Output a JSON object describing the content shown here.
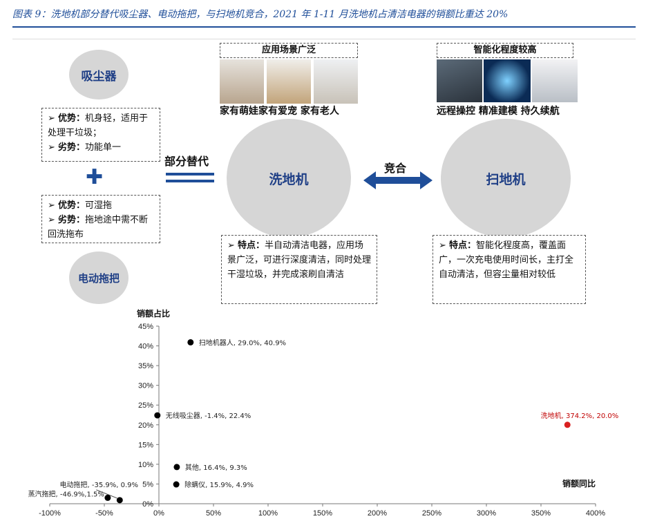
{
  "caption": "图表 9：洗地机部分替代吸尘器、电动拖把，与扫地机竞合，2021 年 1-11 月洗地机占清洁电器的销额比重达 20%",
  "vacuum": {
    "title": "吸尘器",
    "pros_label": "优势：",
    "pros": "机身轻，适用于处理干垃圾；",
    "cons_label": "劣势：",
    "cons": "功能单一"
  },
  "plus_symbol": "✚",
  "electric_mop": {
    "title": "电动拖把",
    "pros_label": "优势：",
    "pros": "可湿拖",
    "cons_label": "劣势：",
    "cons": "拖地途中需不断回洗拖布"
  },
  "partial_replace": "部分替代",
  "washer": {
    "title": "洗地机",
    "scenario_tag": "应用场景广泛",
    "scenario_captions": [
      "家有萌娃",
      "家有爱宠",
      "家有老人"
    ],
    "feature_label": "特点：",
    "feature": "半自动清洁电器，应用场景广泛，可进行深度清洁，同时处理干湿垃圾，并完成滚刷自清洁"
  },
  "compete": "竞合",
  "robot": {
    "title": "扫地机",
    "smart_tag": "智能化程度较高",
    "smart_captions": [
      "远程操控",
      "精准建模",
      "持久续航"
    ],
    "feature_label": "特点：",
    "feature": "智能化程度高，覆盖面广，一次充电使用时间长，主打全自动清洁，但容尘量相对较低"
  },
  "chart_data": {
    "type": "scatter",
    "ylabel": "销额占比",
    "xlabel": "销额同比",
    "xlim": [
      -100,
      400
    ],
    "ylim": [
      0,
      45
    ],
    "xticks": [
      "-100%",
      "-50%",
      "0%",
      "50%",
      "100%",
      "150%",
      "200%",
      "250%",
      "300%",
      "350%",
      "400%"
    ],
    "yticks": [
      "0%",
      "5%",
      "10%",
      "15%",
      "20%",
      "25%",
      "30%",
      "35%",
      "40%",
      "45%"
    ],
    "points": [
      {
        "name": "扫地机器人",
        "x": 29.0,
        "y": 40.9,
        "label": "扫地机器人, 29.0%, 40.9%",
        "color": "#000000"
      },
      {
        "name": "无线吸尘器",
        "x": -1.4,
        "y": 22.4,
        "label": "无线吸尘器, -1.4%, 22.4%",
        "color": "#000000"
      },
      {
        "name": "洗地机",
        "x": 374.2,
        "y": 20.0,
        "label": "洗地机, 374.2%, 20.0%",
        "color": "#d92020"
      },
      {
        "name": "其他",
        "x": 16.4,
        "y": 9.3,
        "label": "其他, 16.4%, 9.3%",
        "color": "#000000"
      },
      {
        "name": "除螨仪",
        "x": 15.9,
        "y": 4.9,
        "label": "除螨仪, 15.9%, 4.9%",
        "color": "#000000"
      },
      {
        "name": "电动拖把",
        "x": -35.9,
        "y": 0.9,
        "label": "电动拖把, -35.9%, 0.9%",
        "color": "#000000"
      },
      {
        "name": "蒸汽拖把",
        "x": -46.9,
        "y": 1.5,
        "label": "蒸汽拖把, -46.9%,1.5%",
        "color": "#000000"
      }
    ]
  }
}
